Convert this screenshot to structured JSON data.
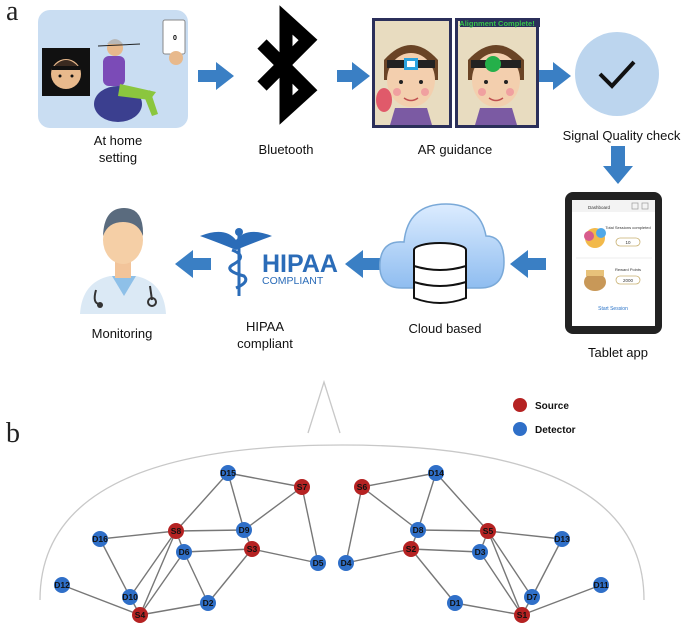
{
  "panel_a": {
    "letter": "a",
    "steps": {
      "home": "At home setting",
      "bluetooth": "Bluetooth",
      "ar": "AR guidance",
      "signal": "Signal Quality check",
      "tablet": "Tablet app",
      "cloud": "Cloud based",
      "hipaa": "HIPAA compliant",
      "monitoring": "Monitoring"
    },
    "ar_banner": "Alignment Complete!",
    "hipaa_logo_main": "HIPAA",
    "hipaa_logo_sub": "COMPLIANT",
    "home_phone_value": "0",
    "tablet": {
      "header": "Dashboard",
      "row1_text": "Total Sessions completed",
      "row1_value": "10",
      "row2_text": "Reward Points",
      "row2_value": "2000",
      "button": "Start Session"
    }
  },
  "panel_b": {
    "letter": "b",
    "legend": {
      "source": "Source",
      "detector": "Detector"
    },
    "colors": {
      "source": "#b52222",
      "detector": "#2f6fc8"
    },
    "left_sources": [
      "S7",
      "S8",
      "S3",
      "S4"
    ],
    "left_detectors": [
      "D15",
      "D9",
      "D16",
      "D6",
      "D5",
      "D12",
      "D10",
      "D2"
    ],
    "right_sources": [
      "S6",
      "S5",
      "S2",
      "S1"
    ],
    "right_detectors": [
      "D14",
      "D8",
      "D3",
      "D13",
      "D4",
      "D1",
      "D7",
      "D11"
    ]
  }
}
